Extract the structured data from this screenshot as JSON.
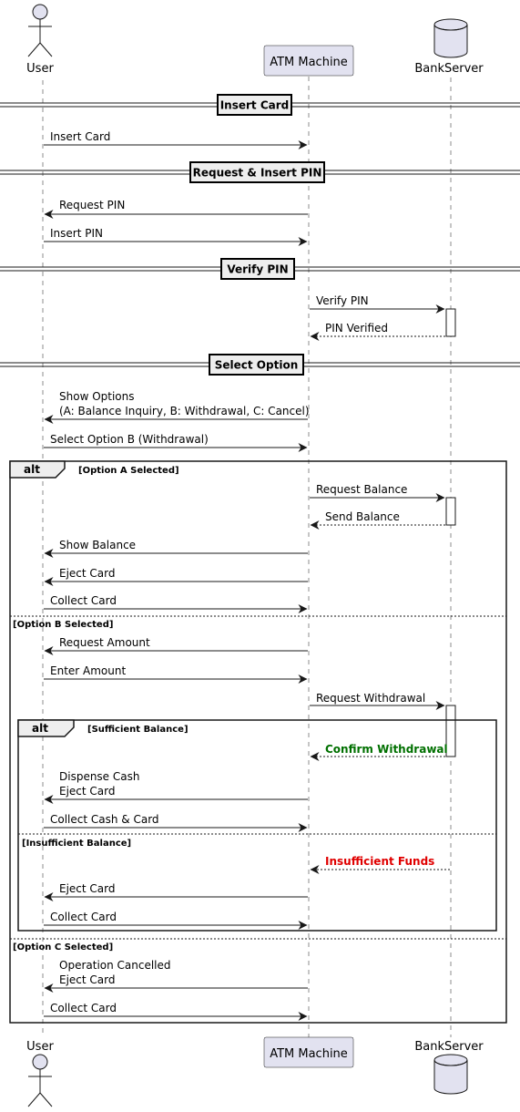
{
  "participants": {
    "user": "User",
    "atm": "ATM Machine",
    "bank": "BankServer"
  },
  "dividers": {
    "insert_card": "Insert Card",
    "request_pin": "Request & Insert PIN",
    "verify_pin": "Verify PIN",
    "select_option": "Select Option"
  },
  "messages": {
    "m1": "Insert Card",
    "m2": "Request PIN",
    "m3": "Insert PIN",
    "m4": "Verify PIN",
    "m5": "PIN Verified",
    "m6_line1": "Show Options",
    "m6_line2": "(A: Balance Inquiry, B: Withdrawal, C: Cancel)",
    "m7": "Select Option B (Withdrawal)",
    "a1": "Request Balance",
    "a2": "Send Balance",
    "a3": "Show Balance",
    "a4": "Eject Card",
    "a5": "Collect Card",
    "b1": "Request Amount",
    "b2": "Enter Amount",
    "b3": "Request Withdrawal",
    "b4": "Confirm Withdrawal",
    "b5_line1": "Dispense Cash",
    "b5_line2": "Eject Card",
    "b6": "Collect Cash & Card",
    "b7": "Insufficient Funds",
    "b8": "Eject Card",
    "b9": "Collect Card",
    "c1_line1": "Operation Cancelled",
    "c1_line2": "Eject Card",
    "c2": "Collect Card"
  },
  "fragments": {
    "outer_alt": {
      "keyword": "alt",
      "guard_a": "[Option A Selected]",
      "guard_b": "[Option B Selected]",
      "guard_c": "[Option C Selected]"
    },
    "inner_alt": {
      "keyword": "alt",
      "guard_1": "[Sufficient Balance]",
      "guard_2": "[Insufficient Balance]"
    }
  },
  "colors": {
    "success": "#007000",
    "error": "#e00000",
    "participant_fill": "#e2e2f0",
    "participant_stroke": "#181818"
  },
  "icons": {
    "user": "actor-stick-figure-icon",
    "bank": "database-cylinder-icon"
  }
}
